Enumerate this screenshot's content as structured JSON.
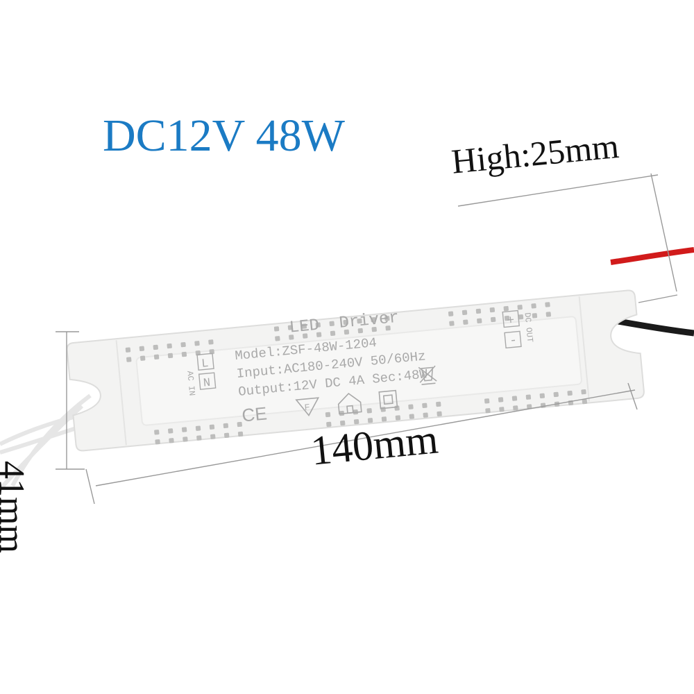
{
  "heading": "DC12V 48W",
  "dimensions": {
    "height": "High:25mm",
    "length": "140mm",
    "width": "41mm"
  },
  "label": {
    "title": "LED  Driver",
    "model": "Model:ZSF-48W-1204",
    "input": "Input:AC180-240V 50/60Hz",
    "output": "Output:12V DC 4A Sec:48W",
    "ac_in": "AC IN",
    "terminal_l": "L",
    "terminal_n": "N",
    "plus": "+",
    "minus": "-",
    "dc_out": "DC OUT",
    "ce_mark": "CE",
    "f_mark": "F"
  },
  "colors": {
    "heading": "#1b7bc4",
    "case": "#f3f3f2",
    "label_panel": "#f7f7f6",
    "label_text": "#a7a7a7",
    "wire_red": "#d11b1b",
    "wire_black": "#1a1a1a",
    "wire_white": "#e9e9e9"
  },
  "icons": [
    "ce-mark-icon",
    "f-triangle-icon",
    "house-icon",
    "double-square-icon",
    "crossed-bin-icon"
  ]
}
